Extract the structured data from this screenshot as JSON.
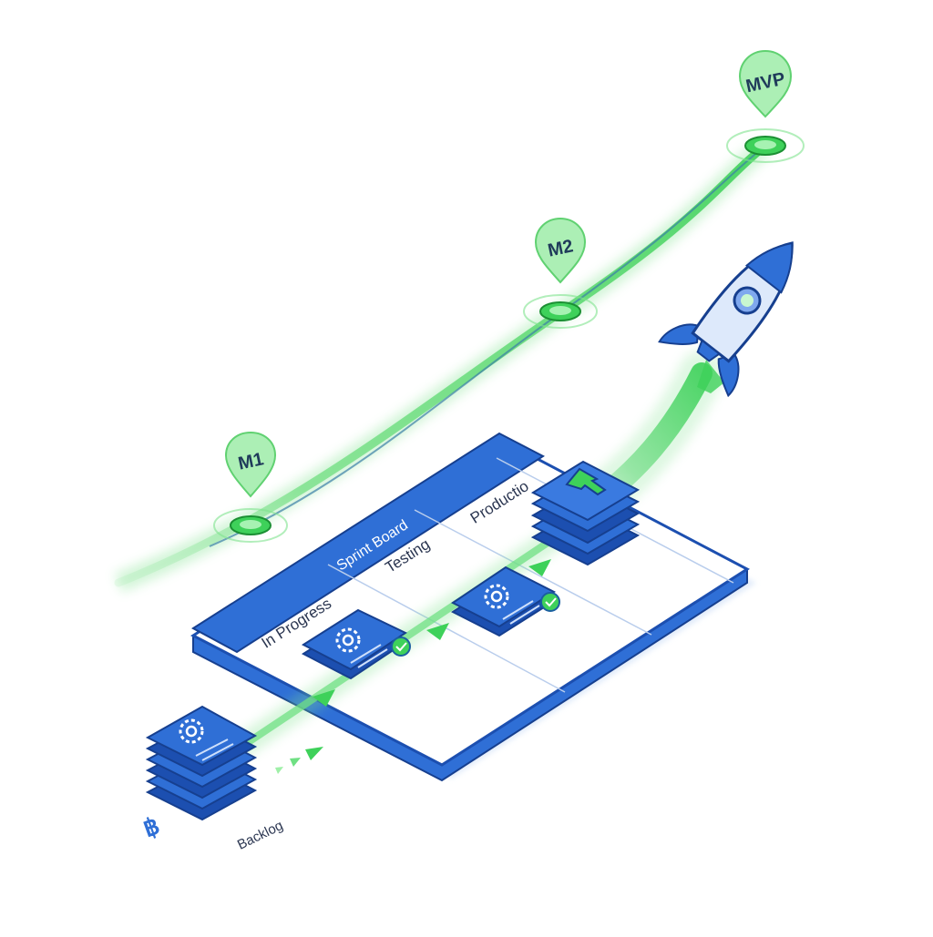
{
  "board": {
    "title": "Sprint Board",
    "columns": [
      "In Progress",
      "Testing",
      "Productio"
    ]
  },
  "backlog": {
    "label": "Backlog"
  },
  "milestones": [
    {
      "label": "M1"
    },
    {
      "label": "M2"
    },
    {
      "label": "MVP"
    }
  ],
  "colors": {
    "primary_blue": "#2f6fd6",
    "dark_blue": "#1c4fb0",
    "light_blue": "#dde9fb",
    "accent_green": "#3ed15a",
    "glow_green": "#9ff0a8"
  },
  "icons": [
    "gear-icon",
    "arrow-up-icon",
    "check-icon",
    "rocket-icon",
    "bitcoin-icon",
    "chevron-right-icon"
  ]
}
